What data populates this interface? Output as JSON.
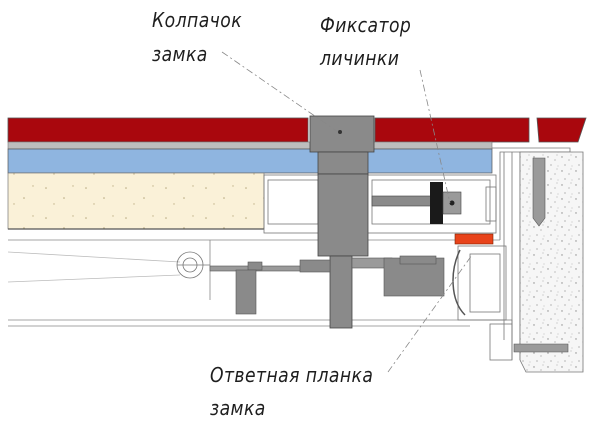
{
  "labels": {
    "cap": {
      "line1": "Колпачок",
      "line2": "замка"
    },
    "fixer": {
      "line1": "Фиксатор",
      "line2": "личинки"
    },
    "strike": {
      "line1": "Ответная планка",
      "line2": "замка"
    }
  },
  "colors": {
    "panel_red": "#a9070d",
    "glass_blue": "#8fb5e0",
    "insulation": "#faf1d8",
    "metal_gray": "#8a8a8a",
    "strike_orange": "#e8431a",
    "outline": "#666666",
    "wall_speckle": "#f5f5f5"
  }
}
